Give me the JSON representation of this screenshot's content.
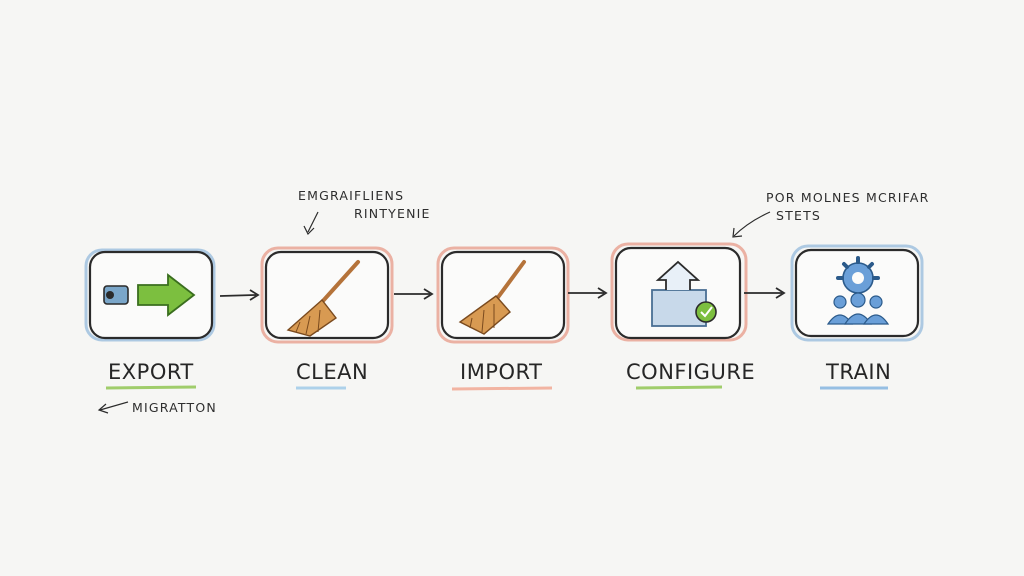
{
  "steps": [
    {
      "label": "EXPORT",
      "icon": "export-arrow-icon",
      "underline_color": "#8bc34a",
      "frame_color": "#8fb6da"
    },
    {
      "label": "CLEAN",
      "icon": "broom-icon",
      "underline_color": "#9cc9e8",
      "frame_color": "#e8a08f"
    },
    {
      "label": "IMPORT",
      "icon": "broom-icon",
      "underline_color": "#f2a48e",
      "frame_color": "#e8a08f"
    },
    {
      "label": "CONFIGURE",
      "icon": "upload-box-check-icon",
      "underline_color": "#8bc34a",
      "frame_color": "#e8a08f"
    },
    {
      "label": "TRAIN",
      "icon": "gear-team-icon",
      "underline_color": "#7fb2e0",
      "frame_color": "#8fb6da"
    }
  ],
  "annotations": {
    "top_left_line1": "EMGRAIFLIENS",
    "top_left_line2": "RINTYENIE",
    "top_right_line1": "POR MOLNES MCRIFAR",
    "top_right_line2": "STETS",
    "bottom_left": "MIGRATTON"
  },
  "colors": {
    "ink": "#2b2b2b",
    "green": "#7cbf3f",
    "blue": "#6a9fd8",
    "broom_brown": "#b5733a",
    "broom_straw": "#d89a52"
  }
}
